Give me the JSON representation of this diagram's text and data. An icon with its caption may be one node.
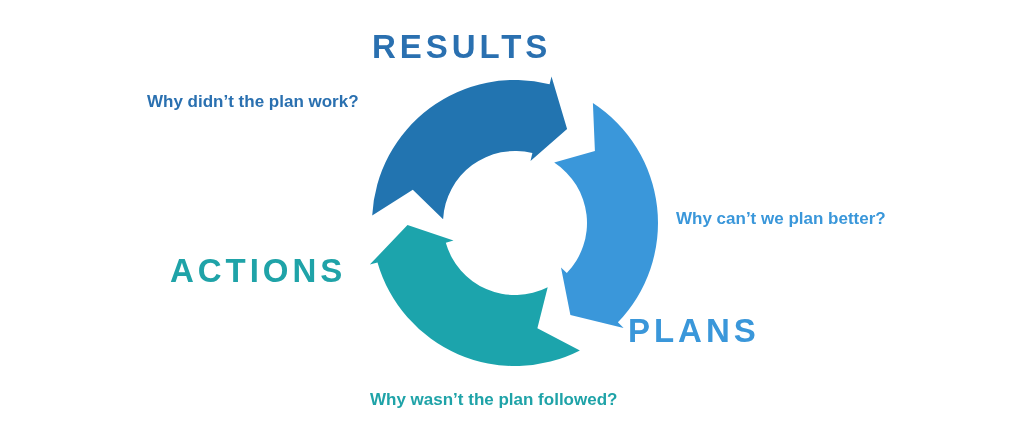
{
  "diagram": {
    "nodes": [
      {
        "text": [
          "RESULTS"
        ]
      },
      {
        "text": [
          "PLANS"
        ]
      },
      {
        "text": [
          "ACTIONS"
        ]
      }
    ],
    "edges": [
      {
        "from": 2,
        "to": 0,
        "arrow": "to",
        "style": "thick",
        "color": "#2274b0"
      },
      {
        "from": 0,
        "to": 1,
        "arrow": "to",
        "style": "thick",
        "color": "#3a97da"
      },
      {
        "from": 1,
        "to": 2,
        "arrow": "to",
        "style": "thick",
        "color": "#1ca4ac"
      }
    ],
    "labels": [
      "Why didn’t the plan work?",
      "Why can’t we plan better?",
      "Why wasn’t the plan followed?"
    ]
  }
}
